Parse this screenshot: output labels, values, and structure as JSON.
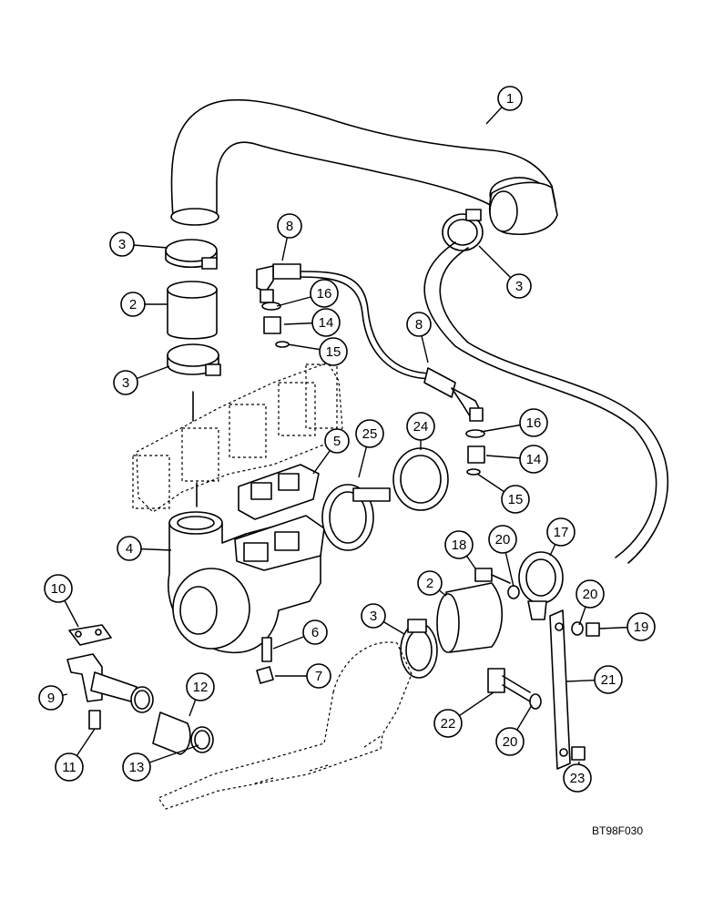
{
  "drawing_code": "BT98F030",
  "callouts": [
    "1",
    "3",
    "3",
    "2",
    "3",
    "8",
    "16",
    "14",
    "15",
    "8",
    "16",
    "14",
    "15",
    "5",
    "25",
    "24",
    "4",
    "18",
    "20",
    "17",
    "2",
    "3",
    "20",
    "19",
    "10",
    "6",
    "7",
    "9",
    "12",
    "21",
    "22",
    "20",
    "11",
    "13",
    "23"
  ]
}
